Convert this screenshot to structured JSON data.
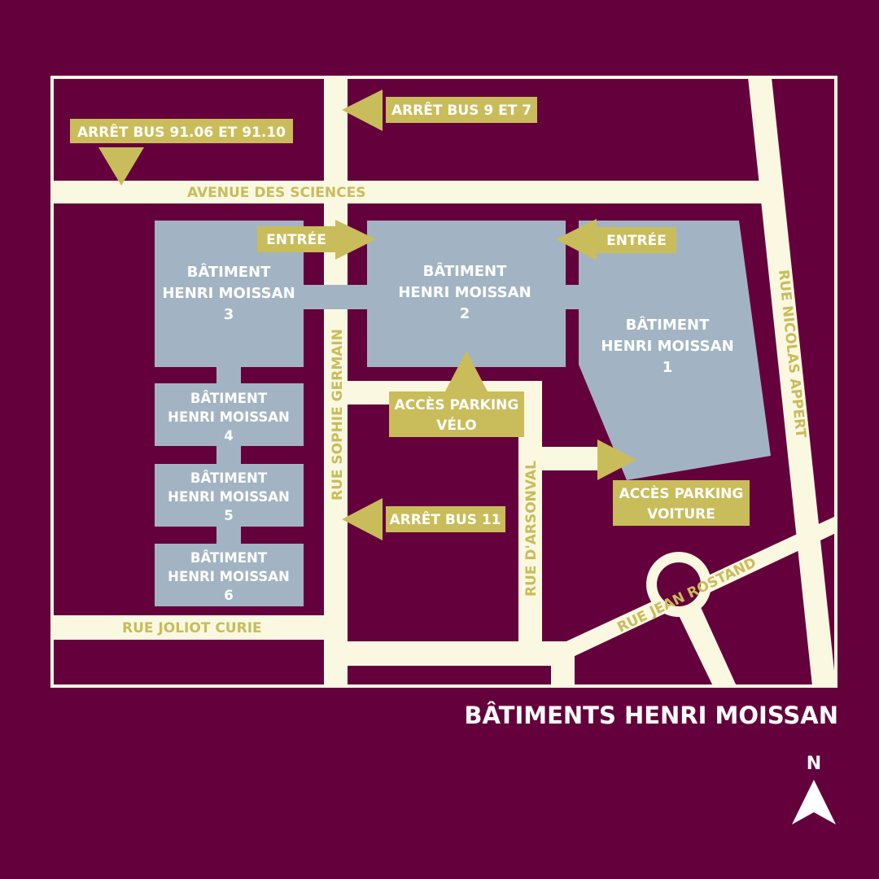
{
  "title": "BÂTIMENTS HENRI MOISSAN",
  "compass": {
    "label": "N",
    "icon": "north-arrow-icon"
  },
  "colors": {
    "background": "#64003b",
    "road": "#fbf8e2",
    "building": "#a2b4c3",
    "label_box": "#c9bc5a",
    "street_text": "#c9bc5a"
  },
  "streets": {
    "avenue_sciences": "AVENUE DES SCIENCES",
    "sophie_germain": "RUE SOPHIE GERMAIN",
    "nicolas_appert": "RUE NICOLAS APPERT",
    "darsonval": "RUE D'ARSONVAL",
    "jean_rostand": "RUE JEAN ROSTAND",
    "joliot_curie": "RUE JOLIOT CURIE"
  },
  "buildings": {
    "b1": {
      "line1": "BÂTIMENT",
      "line2": "HENRI MOISSAN",
      "number": "1"
    },
    "b2": {
      "line1": "BÂTIMENT",
      "line2": "HENRI MOISSAN",
      "number": "2"
    },
    "b3": {
      "line1": "BÂTIMENT",
      "line2": "HENRI MOISSAN",
      "number": "3"
    },
    "b4": {
      "line1": "BÂTIMENT",
      "line2": "HENRI MOISSAN",
      "number": "4"
    },
    "b5": {
      "line1": "BÂTIMENT",
      "line2": "HENRI MOISSAN",
      "number": "5"
    },
    "b6": {
      "line1": "BÂTIMENT",
      "line2": "HENRI MOISSAN",
      "number": "6"
    }
  },
  "markers": {
    "bus_9106": "ARRÊT BUS 91.06 ET 91.10",
    "bus_9_7": "ARRÊT BUS 9 ET 7",
    "entree_left": "ENTRÉE",
    "entree_right": "ENTRÉE",
    "parking_velo": {
      "line1": "ACCÈS PARKING",
      "line2": "VÉLO"
    },
    "parking_voiture": {
      "line1": "ACCÈS PARKING",
      "line2": "VOITURE"
    },
    "bus_11": "ARRÊT BUS 11"
  }
}
